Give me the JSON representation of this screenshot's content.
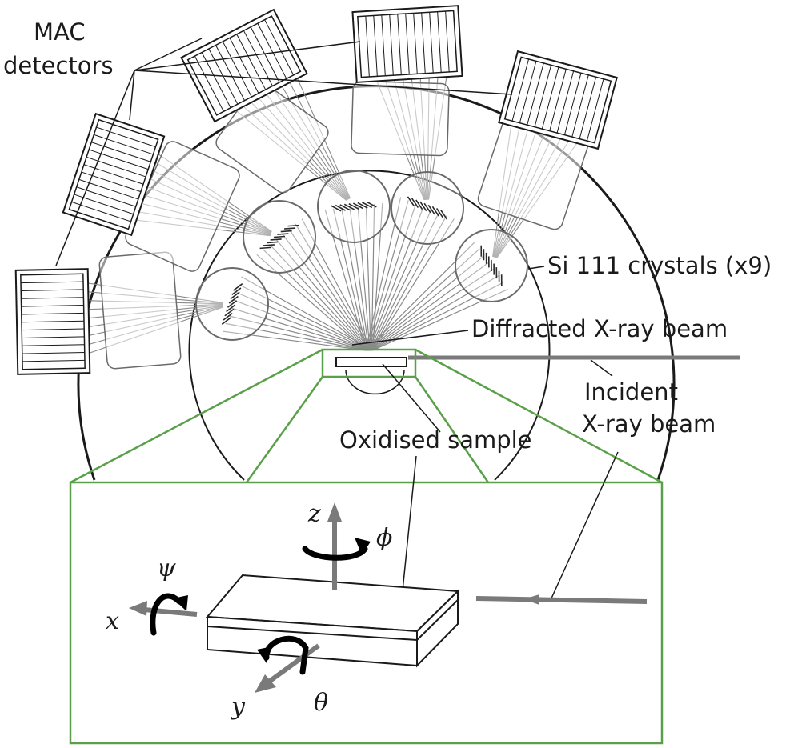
{
  "labels": {
    "mac_detectors_line1": "MAC",
    "mac_detectors_line2": "detectors",
    "si_crystals": "Si 111 crystals (x9)",
    "diffracted_beam": "Diffracted X-ray beam",
    "incident_beam_line1": "Incident",
    "incident_beam_line2": "X-ray beam",
    "oxidised_sample": "Oxidised sample"
  },
  "axes": {
    "x": "x",
    "y": "y",
    "z": "z"
  },
  "rotations": {
    "phi": "ϕ",
    "psi": "ψ",
    "theta": "θ"
  },
  "colors": {
    "ink": "#1a1a1a",
    "beam_gray": "#7a7a7a",
    "inset_green": "#5aa04a"
  },
  "counts": {
    "crystals": 9
  }
}
